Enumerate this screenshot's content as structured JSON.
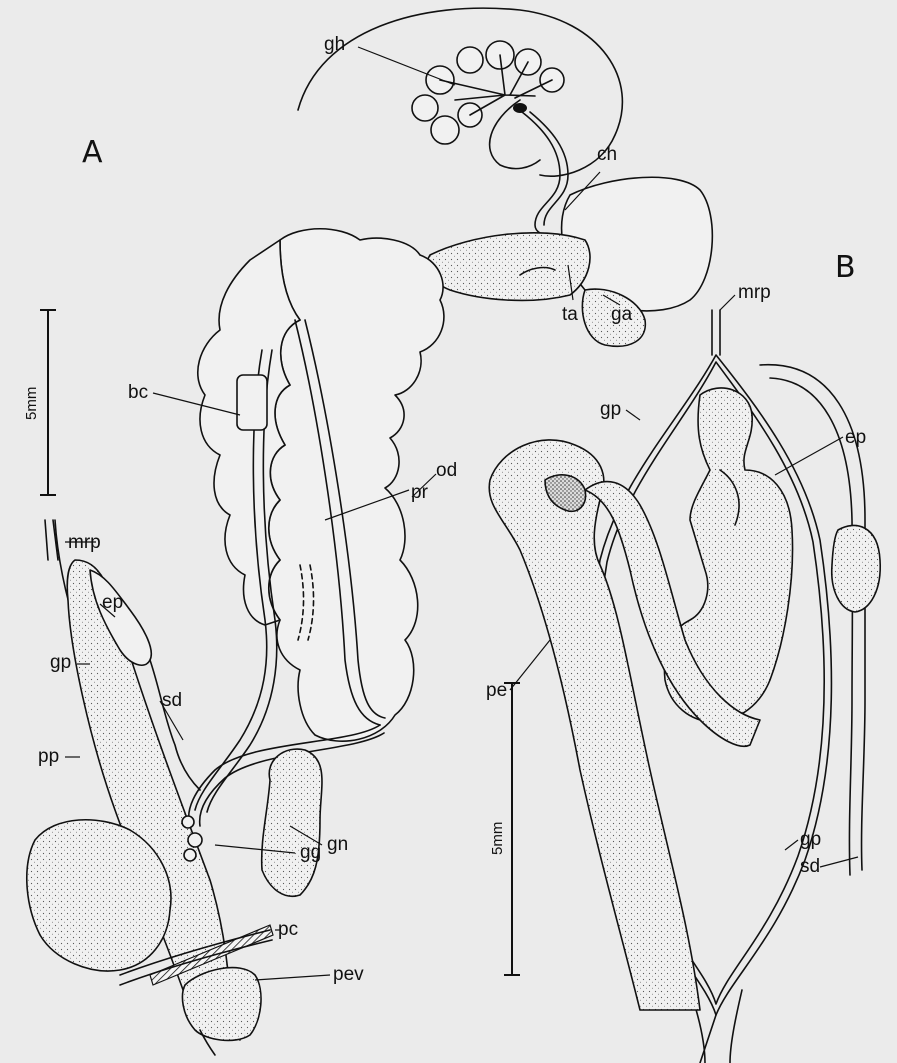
{
  "figure": {
    "panel_a": "A",
    "panel_b": "B",
    "scale_a": "5mm",
    "scale_b": "5mm"
  },
  "labels_a": {
    "gh": "gh",
    "ch": "ch",
    "ta": "ta",
    "ga": "ga",
    "bc": "bc",
    "od": "od",
    "pr": "pr",
    "mrp": "mrp",
    "ep": "ep",
    "sd": "sd",
    "gp": "gp",
    "pp": "pp",
    "gn": "gn",
    "gg": "gg",
    "pc": "pc",
    "pev": "pev"
  },
  "labels_b": {
    "mrp": "mrp",
    "gp_top": "gp",
    "ep": "ep",
    "pe": "pe",
    "sd": "sd",
    "gp_bottom": "gp"
  }
}
